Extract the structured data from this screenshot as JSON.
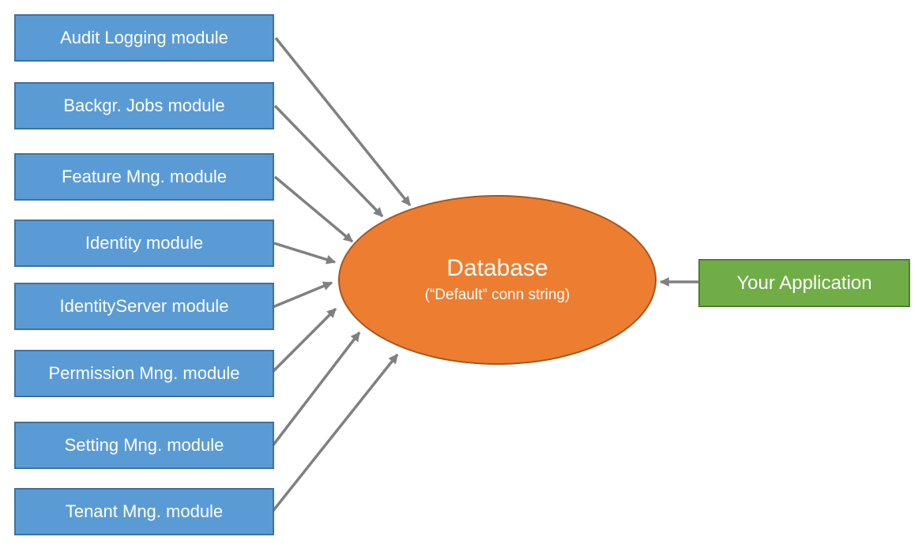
{
  "diagram": {
    "modules": [
      {
        "label": "Audit Logging module"
      },
      {
        "label": "Backgr. Jobs module"
      },
      {
        "label": "Feature Mng. module"
      },
      {
        "label": "Identity module"
      },
      {
        "label": "IdentityServer module"
      },
      {
        "label": "Permission Mng. module"
      },
      {
        "label": "Setting Mng. module"
      },
      {
        "label": "Tenant Mng. module"
      }
    ],
    "database": {
      "title": "Database",
      "subtitle": "(“Default” conn string)"
    },
    "application": {
      "label": "Your Application"
    },
    "colors": {
      "module_fill": "#5B9BD5",
      "module_border": "#41719C",
      "database_fill": "#ED7D31",
      "database_border": "#A8541C",
      "application_fill": "#70AD47",
      "application_border": "#507E32",
      "arrow": "#808080",
      "text": "#FFFFFF"
    }
  }
}
